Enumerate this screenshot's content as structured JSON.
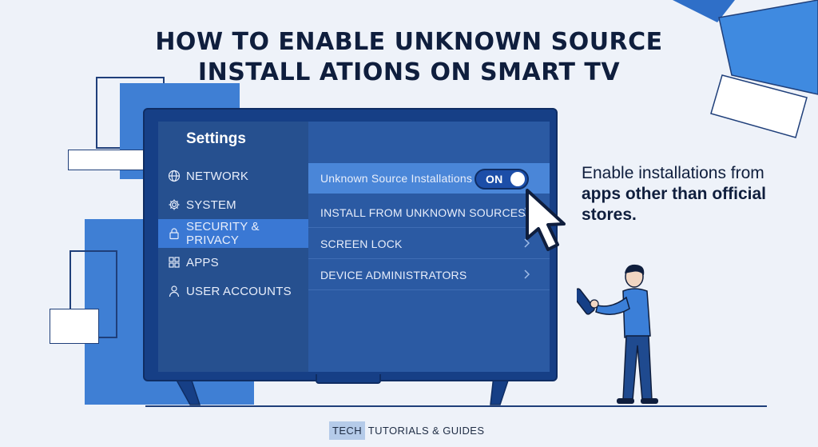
{
  "title": {
    "line1": "HOW TO ENABLE UNKNOWN SOURCE",
    "line2": "INSTALL ATIONS ON SMART TV"
  },
  "tv": {
    "settings_title": "Settings",
    "sidebar": {
      "items": [
        {
          "label": "NETWORK",
          "icon": "globe-icon",
          "active": false
        },
        {
          "label": "SYSTEM",
          "icon": "gear-icon",
          "active": false
        },
        {
          "label": "SECURITY & PRIVACY",
          "icon": "lock-icon",
          "active": true
        },
        {
          "label": "APPS",
          "icon": "grid-icon",
          "active": false
        },
        {
          "label": "USER ACCOUNTS",
          "icon": "user-icon",
          "active": false
        }
      ]
    },
    "content": {
      "rows": [
        {
          "label": "Unknown Source Installations",
          "toggle": "ON",
          "highlight": true
        },
        {
          "label": "INSTALL FROM UNKNOWN SOURCES",
          "highlight": false
        },
        {
          "label": "SCREEN LOCK",
          "highlight": false
        },
        {
          "label": "DEVICE ADMINISTRATORS",
          "highlight": false
        }
      ]
    }
  },
  "caption": {
    "part1": "Enable installations from ",
    "bold": "apps other than official stores."
  },
  "footer": {
    "highlight": "TECH",
    "rest": " TUTORIALS & GUIDES"
  },
  "colors": {
    "accent": "#3a78d4",
    "tv_frame": "#163f86",
    "background": "#eef2f9"
  }
}
